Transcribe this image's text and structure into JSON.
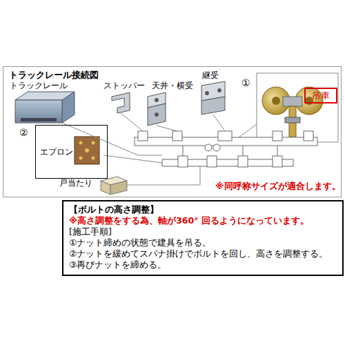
{
  "diagram": {
    "nodes": [
      {
        "text": [
          "トラックレール接続図"
        ]
      },
      {
        "text": [
          "エプロン"
        ],
        "in": 0
      },
      {
        "text": [
          "吊車"
        ],
        "in": 0
      },
      {
        "text": [
          "【ボルトの高さ調整】",
          "※高さ調整をする為、軸が360° 回るようになっています。",
          "[施工手順]",
          "①ナット締めの状態で建具を吊る。",
          "②ナットを緩めてスパナ掛けでボルトを回し、高さを調整する。",
          "③再びナットを締める。"
        ]
      }
    ],
    "labels": [
      "トラックレール",
      "ストッパー",
      "天井・横受",
      "継受",
      "①",
      "②",
      "戸当たり",
      "※同呼称サイズが適合します。"
    ]
  }
}
